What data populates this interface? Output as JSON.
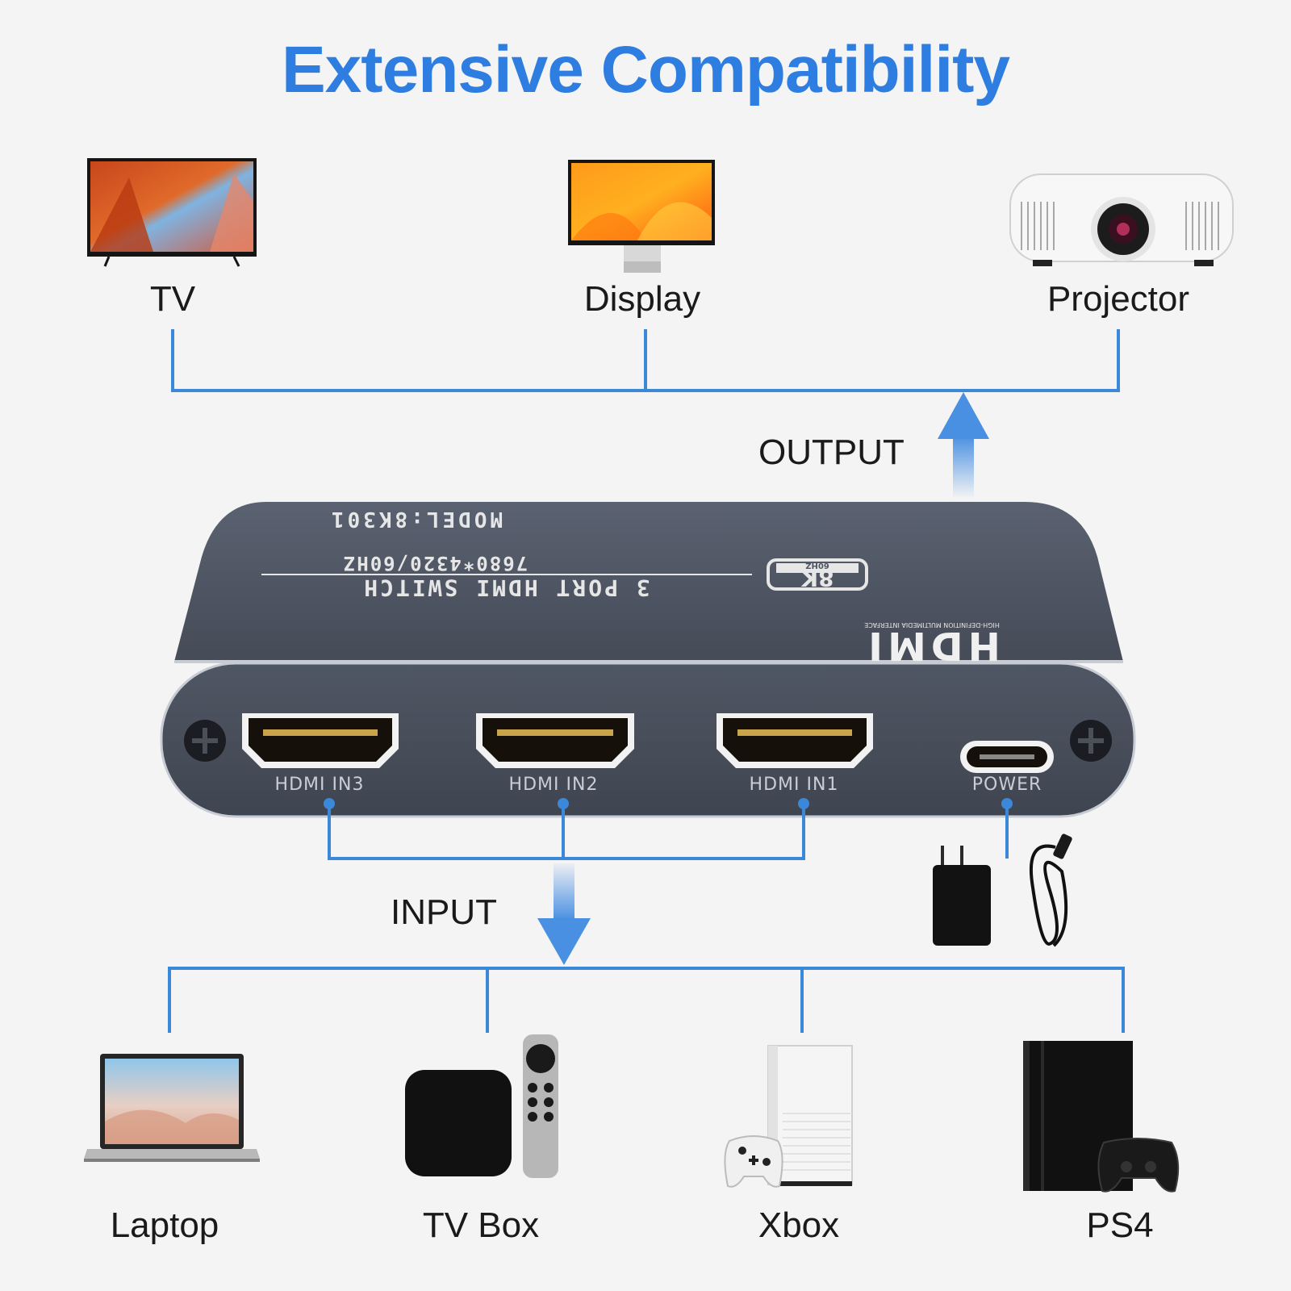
{
  "title": "Extensive Compatibility",
  "colors": {
    "accent": "#2e7de0",
    "line": "#3b87d9",
    "device_body": "#4e5562",
    "text": "#1a1a1a"
  },
  "outputs": [
    {
      "label": "TV",
      "icon": "tv-icon"
    },
    {
      "label": "Display",
      "icon": "monitor-icon"
    },
    {
      "label": "Projector",
      "icon": "projector-icon"
    }
  ],
  "inputs": [
    {
      "label": "Laptop",
      "icon": "laptop-icon"
    },
    {
      "label": "TV Box",
      "icon": "apple-tv-icon"
    },
    {
      "label": "Xbox",
      "icon": "xbox-icon"
    },
    {
      "label": "PS4",
      "icon": "ps4-icon"
    }
  ],
  "flow": {
    "output_label": "OUTPUT",
    "input_label": "INPUT"
  },
  "device": {
    "model": "MODEL:8K301",
    "product": "3 PORT HDMI SWITCH",
    "resolution": "7680*4320/60HZ",
    "badge_big": "8K",
    "badge_small": "60HZ",
    "brand": "HDMI",
    "brand_sub": "HIGH-DEFINITION MULTIMEDIA INTERFACE",
    "ports": [
      "HDMI IN3",
      "HDMI IN2",
      "HDMI IN1"
    ],
    "power": "POWER"
  }
}
